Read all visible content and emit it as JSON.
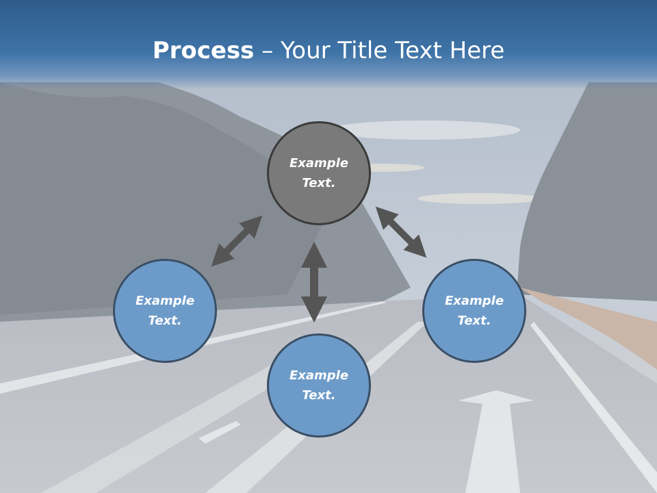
{
  "slide": {
    "title_bold": "Process",
    "title_rest": " – Your Title Text Here"
  },
  "nodes": {
    "top": "Example Text.",
    "left": "Example Text.",
    "right": "Example Text.",
    "bottom": "Example Text."
  },
  "colors": {
    "title_bar": "#3f74a8",
    "center_node": "#7a7a7a",
    "outer_node": "#6d9bc9",
    "arrow": "#555555"
  }
}
